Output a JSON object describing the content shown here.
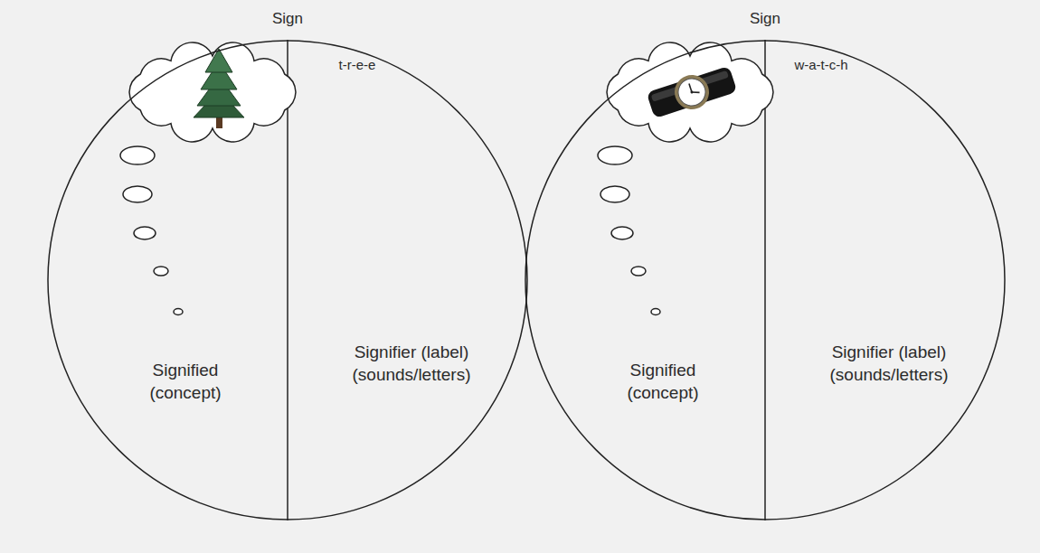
{
  "diagram": {
    "nodes": [
      {
        "text": [
          "Sign"
        ]
      },
      {
        "text": [
          "Signified (concept)"
        ],
        "in": 0
      },
      {
        "text": [
          "t-r-e-e",
          "Signifier (label) (sounds/letters)"
        ],
        "in": 0
      },
      {
        "text": [
          "Sign"
        ]
      },
      {
        "text": [
          "Signified (concept)"
        ],
        "in": 3
      },
      {
        "text": [
          "w-a-t-c-h",
          "Signifier (label) (sounds/letters)"
        ],
        "in": 3
      }
    ]
  }
}
